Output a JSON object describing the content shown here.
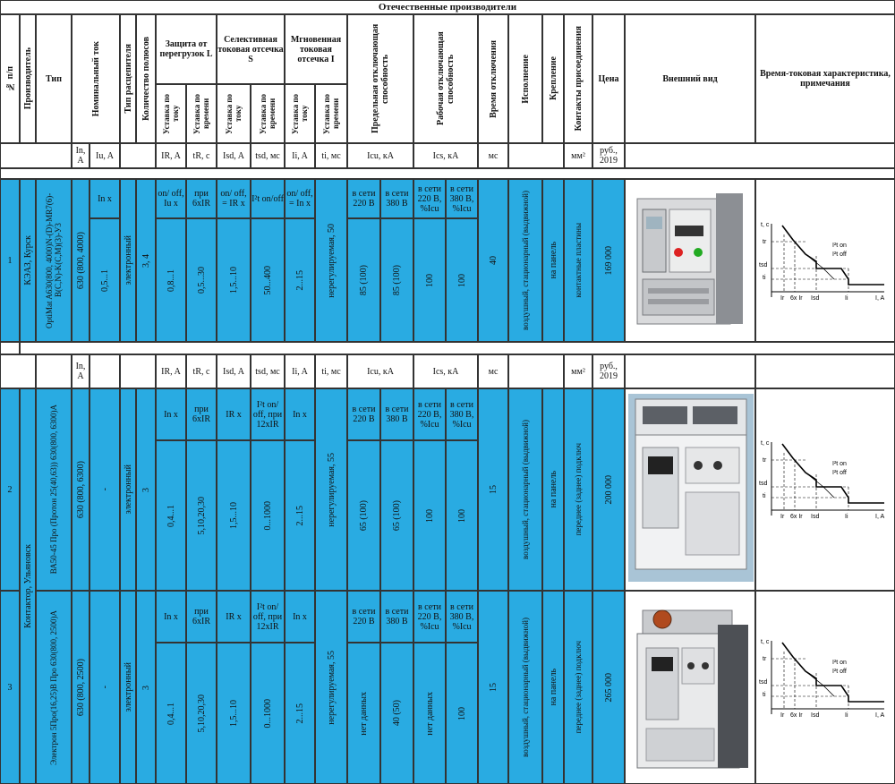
{
  "title": "Отечественные производители",
  "headers": {
    "num": "№ п/п",
    "producer": "Производитель",
    "type": "Тип",
    "nominal": "Номинальный ток",
    "release": "Тип расцепителя",
    "poles": "Количество полюсов",
    "overload": "Защита от перегрузок L",
    "selective": "Селективная токовая отсечка S",
    "instant": "Мгновенная токовая отсечка I",
    "set_current": "Уставка по току",
    "set_time": "Уставка по времени",
    "icu": "Предельная отключающая способность",
    "ics": "Рабочая отключающая способность",
    "trip": "Время отключения",
    "exec": "Исполнение",
    "mount": "Крепление",
    "contacts": "Контакты присоединения",
    "price": "Цена",
    "look": "Внешний вид",
    "curve": "Время-токовая характеристика, примечания"
  },
  "units": {
    "in": "In, A",
    "iu": "Iu, A",
    "ir": "IR, A",
    "tr": "tR, c",
    "isd": "Isd, A",
    "tsd": "tsd, мс",
    "ii": "Ii, A",
    "ti": "ti, мс",
    "icu": "Icu, кА",
    "ics": "Ics, кА",
    "ms": "мс",
    "mm2": "мм²",
    "rub": "руб., 2019"
  },
  "rows": [
    {
      "num": "1",
      "producer": "КЭАЗ, Курск",
      "type": "OptiMat A630(800, 4000)N-(D)-MR7(6)-B(C,N)-K(C,M)(3)-У3",
      "nominal": "630 (800, 4000)",
      "iu_head": "In x",
      "iu": "0,5...1",
      "release": "электронный",
      "poles": "3, 4",
      "l_cur_head": "on/ off, Iu x",
      "l_time_head": "при 6xIR",
      "l_cur": "0,8...1",
      "l_time": "0,5...30",
      "s_cur_head": "on/ off, = IR x",
      "s_time_head": "I²t on/off",
      "s_cur": "1,5...10",
      "s_time": "50...400",
      "i_cur_head": "on/ off, = In x",
      "i_cur": "2...15",
      "ti": "нерегулируемая, 50",
      "icu220_head": "в сети 220 В",
      "icu380_head": "в сети 380 В",
      "icu220": "85 (100)",
      "icu380": "85 (100)",
      "ics220_head": "в сети 220 В, %Icu",
      "ics380_head": "в сети 380 В, %Icu",
      "ics220": "100",
      "ics380": "100",
      "trip": "40",
      "exec": "воздушный, стационарный (выдвижной)",
      "mount": "на панель",
      "contacts": "контактные пластины",
      "price": "169 000"
    },
    {
      "num": "2",
      "producer": "Контактор, Ульяновск",
      "type": "ВА50-45 Про (Протон 25(40,63)) 630(800, 6300)А",
      "nominal": "630 (800, 6300)",
      "iu": "-",
      "release": "электронный",
      "poles": "3",
      "l_cur_head": "In x",
      "l_time_head": "при 6xIR",
      "l_cur": "0,4...1",
      "l_time": "5,10,20,30",
      "s_cur_head": "IR x",
      "s_time_head": "I²t on/ off, при 12xIR",
      "s_cur": "1,5...10",
      "s_time": "0...1000",
      "i_cur_head": "In x",
      "i_cur": "2...15",
      "ti": "нерегулируемая, 55",
      "icu220_head": "в сети 220 В",
      "icu380_head": "в сети 380 В",
      "icu220": "65 (100)",
      "icu380": "65 (100)",
      "ics220_head": "в сети 220 В, %Icu",
      "ics380_head": "в сети 380 В, %Icu",
      "ics220": "100",
      "ics380": "100",
      "trip": "15",
      "exec": "воздушный, стационарный (выдвижной)",
      "mount": "на панель",
      "contacts": "переднее (заднее) подключ",
      "price": "200 000"
    },
    {
      "num": "3",
      "type": "Электрон 5Про(16,25)В Про 630(800, 2500)А",
      "nominal": "630 (800, 2500)",
      "iu": "-",
      "release": "электронный",
      "poles": "3",
      "l_cur_head": "In x",
      "l_time_head": "при 6xIR",
      "l_cur": "0,4...1",
      "l_time": "5,10,20,30",
      "s_cur_head": "IR x",
      "s_time_head": "I²t on/ off, при 12xIR",
      "s_cur": "1,5...10",
      "s_time": "0...1000",
      "i_cur_head": "In x",
      "i_cur": "2...15",
      "ti": "нерегулируемая, 55",
      "icu220_head": "в сети 220 В",
      "icu380_head": "в сети 380 В",
      "icu220": "нет данных",
      "icu380": "40 (50)",
      "ics220_head": "в сети 220 В, %Icu",
      "ics380_head": "в сети 380 В, %Icu",
      "ics220": "нет данных",
      "ics380": "100",
      "trip": "15",
      "exec": "воздушный, стационарный (выдвижной)",
      "mount": "на панель",
      "contacts": "переднее (заднее) подключ",
      "price": "265 000"
    }
  ],
  "curve_labels": {
    "y": "t, c",
    "x": "I, A",
    "on": "I²t on",
    "off": "I²t off",
    "tr": "tr",
    "tsd": "tsd",
    "ti": "ti",
    "ir": "Ir",
    "six": "6x Ir",
    "isd": "Isd",
    "ii": "Ii"
  },
  "colors": {
    "blue": "#29abe2",
    "grid": "#333333"
  }
}
